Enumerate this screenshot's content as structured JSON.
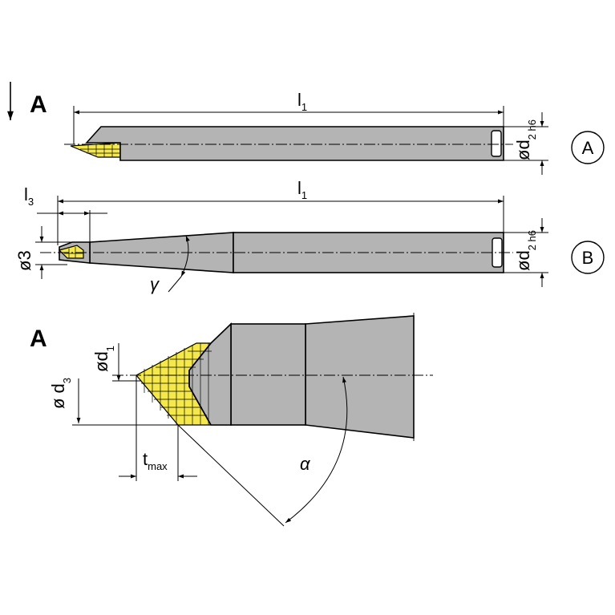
{
  "views": {
    "view_a_label": "A",
    "detail_a_label": "A",
    "circle_a": "A",
    "circle_b": "B"
  },
  "dims": {
    "l1": "l",
    "l1_sub": "1",
    "l3": "l",
    "l3_sub": "3",
    "d2": "ød",
    "d2_sub": "2 h6",
    "d3_small": "ø3",
    "gamma": "γ",
    "d1": "ød",
    "d1_sub": "1",
    "d3": "ø d",
    "d3_sub": "3",
    "tmax": "t",
    "tmax_sub": "max",
    "alpha": "α"
  },
  "colors": {
    "body": "#b4b4b4",
    "insert": "#f4e84a"
  }
}
